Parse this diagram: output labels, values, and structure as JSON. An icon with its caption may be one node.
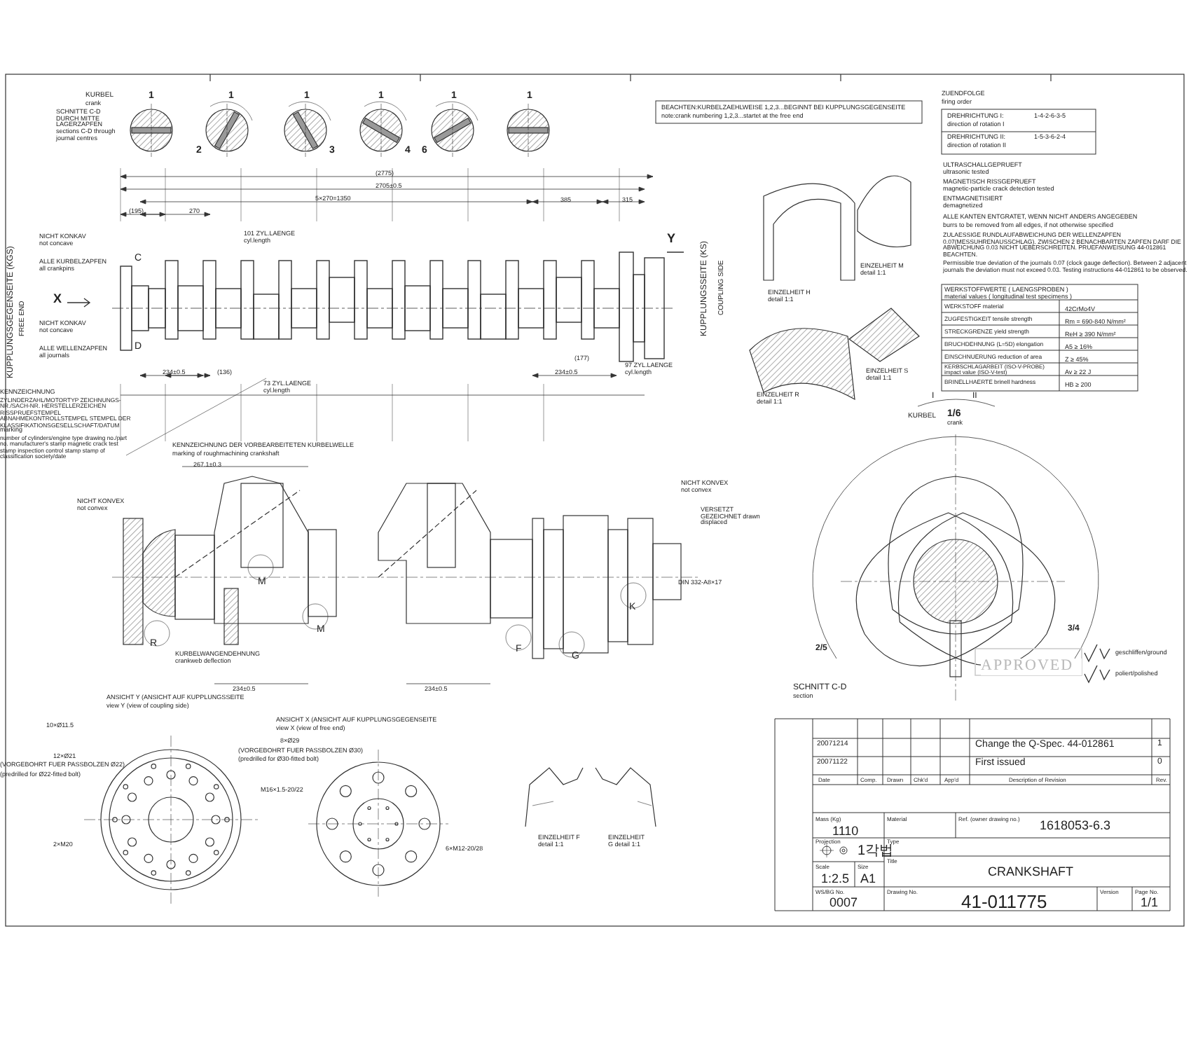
{
  "diagram": {
    "labels": [
      "KURBEL",
      "crank",
      "SCHNITTE C-D DURCH MITTE LAGERZAPFEN",
      "sections C-D through journal centres",
      "1",
      "1",
      "2",
      "1",
      "3",
      "1",
      "4",
      "1",
      "6",
      "1",
      "(2775)",
      "2705±0.5",
      "5×270=1350",
      "(195)",
      "270",
      "385",
      "315",
      "KUPPLUNGSGEGENSEITE (KGS)",
      "FREE END",
      "X",
      "Y",
      "C",
      "D",
      "KUPPLUNGSSEITE (KS)",
      "COUPLING SIDE",
      "NICHT KONKAV not concave",
      "ALLE KURBELZAPFEN all crankpins",
      "NICHT KONKAV not concave",
      "ALLE WELLENZAPFEN all journals",
      "101 ZYL.LAENGE cyl.length",
      "73 ZYL.LAENGE cyl.length",
      "97 ZYL.LAENGE cyl.length",
      "234±0.5",
      "(136)",
      "234±0.5",
      "(177)",
      "KENNZEICHNUNG",
      "ZYLINDERZAHL/MOTORTYP ZEICHNUNGS-NR./SACH-NR. HERSTELLERZEICHEN RISSPRUEFSTEMPEL ABNAHMEKONTROLLSTEMPEL STEMPEL DER KLASSIFIKATIONSGESELLSCHAFT/DATUM",
      "marking",
      "number of cylinders/engine type drawing no./part no. manufacturer's stamp magnetic crack test stamp inspection control stamp stamp of classification society/date",
      "KENNZEICHNUNG DER VORBEARBEITETEN KURBELWELLE",
      "marking of roughmachining crankshaft",
      "BEACHTEN:KURBELZAEHLWEISE 1,2,3...BEGINNT BEI KUPPLUNGSGEGENSEITE",
      "note:crank numbering 1,2,3...startet at the free end",
      "ZUENDFOLGE",
      "firing order",
      "DREHRICHTUNG I:",
      "1-4-2-6-3-5",
      "direction of rotation I",
      "DREHRICHTUNG II:",
      "1-5-3-6-2-4",
      "direction of rotation II",
      "ULTRASCHALLGEPRUEFT",
      "ultrasonic tested",
      "MAGNETISCH RISSGEPRUEFT",
      "magnetic-particle crack detection tested",
      "ENTMAGNETISIERT",
      "demagnetized",
      "ALLE KANTEN ENTGRATET, WENN NICHT ANDERS ANGEGEBEN",
      "burrs to be removed from all edges, if not otherwise specified",
      "ZULAESSIGE RUNDLAUFABWEICHUNG DER WELLENZAPFEN 0.07(MESSUHRENAUSSCHLAG). ZWISCHEN 2 BENACHBARTEN ZAPFEN DARF DIE ABWEICHUNG 0.03 NICHT UEBERSCHREITEN. PRUEFANWEISUNG 44-012861 BEACHTEN.",
      "Permissible true deviation of the journals 0.07 (clock gauge deflection). Between 2 adjacent journals the deviation must not exceed 0.03. Testing instructions 44-012861 to be observed.",
      "WERKSTOFFWERTE ( LAENGSPROBEN )",
      "material values ( longitudinal test specimens )",
      "WERKSTOFF material",
      "42CrMo4V",
      "ZUGFESTIGKEIT tensile strength",
      "Rm = 690-840 N/mm²",
      "STRECKGRENZE yield strength",
      "ReH ≥ 390 N/mm²",
      "BRUCHDEHNUNG (L=5D) elongation",
      "A5 ≥ 16%",
      "EINSCHNUERUNG reduction of area",
      "Z ≥ 45%",
      "KERBSCHLAGARBEIT (ISO-V-PROBE) impact value (ISO-V-test)",
      "Av ≥ 22 J",
      "BRINELLHAERTE brinell hardness",
      "HB ≥ 200",
      "EINZELHEIT H detail 1:1",
      "EINZELHEIT M detail 1:1",
      "EINZELHEIT R detail 1:1",
      "EINZELHEIT S detail 1:1",
      "I",
      "II",
      "KURBEL",
      "1/6",
      "crank",
      "2/5",
      "3/4",
      "SCHNITT C-D",
      "section",
      "geschliffen/ground",
      "poliert/polished",
      "APPROVED",
      "NICHT KONVEX not convex",
      "KURBELWANGENDEHNUNG crankweb deflection",
      "267.1±0.3",
      "234±0.5",
      "234±0.5",
      "VERSETZT GEZEICHNET drawn displaced",
      "NICHT KONVEX not convex",
      "DIN 332-A8×17",
      "R",
      "M",
      "M",
      "F",
      "G",
      "K",
      "ANSICHT Y (ANSICHT AUF KUPPLUNGSSEITE",
      "view Y (view of coupling side)",
      "ANSICHT X (ANSICHT AUF KUPPLUNGSGEGENSEITE",
      "view X (view of free end)",
      "10×Ø11.5",
      "12×Ø21",
      "(VORGEBOHRT FUER PASSBOLZEN Ø22)",
      "(predrilled for Ø22-fitted bolt)",
      "2×M20",
      "8×Ø29",
      "(VORGEBOHRT FUER PASSBOLZEN Ø30)",
      "(predrilled for Ø30-fitted bolt)",
      "M16×1.5-20/22",
      "6×M12-20/28",
      "EINZELHEIT F detail 1:1",
      "EINZELHEIT G detail 1:1",
      "20071214",
      "Change the Q-Spec. 44-012861",
      "1",
      "20071122",
      "First issued",
      "0",
      "Date",
      "Comp.",
      "Drawn",
      "Chk'd",
      "App'd",
      "Description of Revision",
      "Rev.",
      "Mass (Kg)",
      "1110",
      "Material",
      "Ref. (owner drawing no.)",
      "1618053-6.3",
      "Projection",
      "1각법",
      "Type",
      "Title",
      "CRANKSHAFT",
      "Scale",
      "1:2.5",
      "Size",
      "A1",
      "WS/BG No.",
      "0007",
      "Drawing No.",
      "41-011775",
      "Version",
      "Page No.",
      "1/1"
    ]
  }
}
